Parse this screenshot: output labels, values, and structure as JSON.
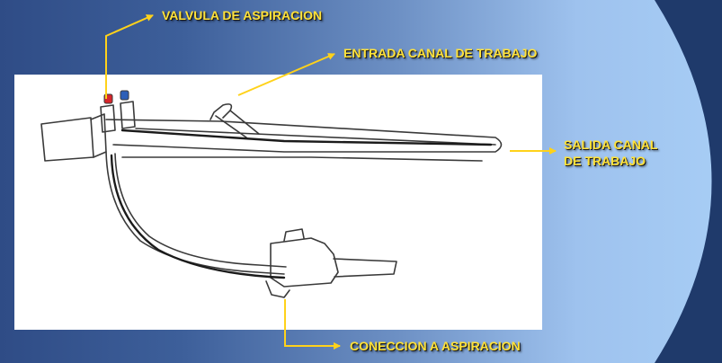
{
  "labels": {
    "suction_valve": "VALVULA DE ASPIRACION",
    "working_channel_entry": "ENTRADA CANAL DE TRABAJO",
    "working_channel_exit_line1": "SALIDA CANAL",
    "working_channel_exit_line2": "DE TRABAJO",
    "suction_connection": "CONECCION A ASPIRACION"
  },
  "colors": {
    "label_text": "#ffe23a",
    "arrow": "#ffd21a",
    "arc_dark": "#1f3a6b",
    "valve_red": "#d8262b",
    "valve_blue": "#2c5fb8"
  }
}
